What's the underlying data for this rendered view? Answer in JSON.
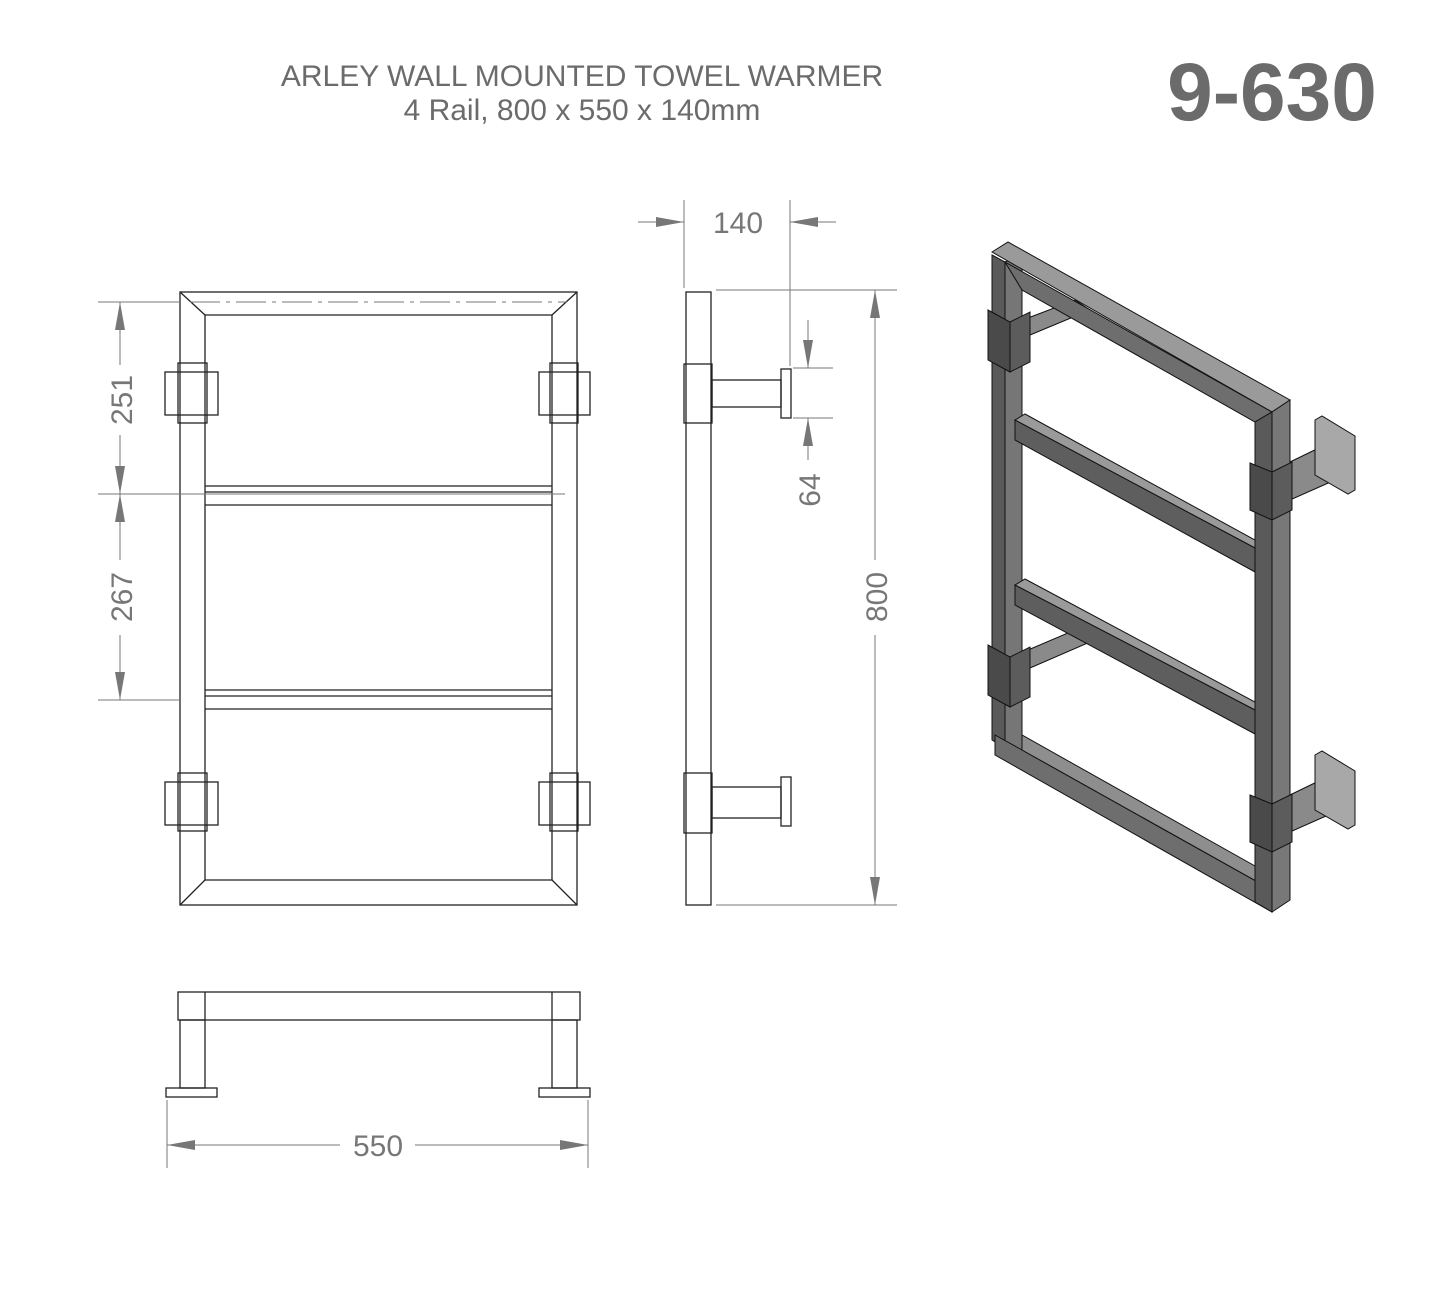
{
  "title": {
    "line1": "ARLEY WALL MOUNTED TOWEL WARMER",
    "line2": "4 Rail, 800 x 550 x 140mm",
    "part_number": "9-630"
  },
  "dimensions": {
    "upper_spacing": "251",
    "middle_spacing": "267",
    "depth": "140",
    "bracket_offset": "64",
    "height": "800",
    "width": "550"
  },
  "colors": {
    "line": "#222222",
    "dimension": "#777777",
    "metal_light": "#9a9a9a",
    "metal_mid": "#6e6e6e",
    "metal_dark": "#4a4a4a"
  }
}
